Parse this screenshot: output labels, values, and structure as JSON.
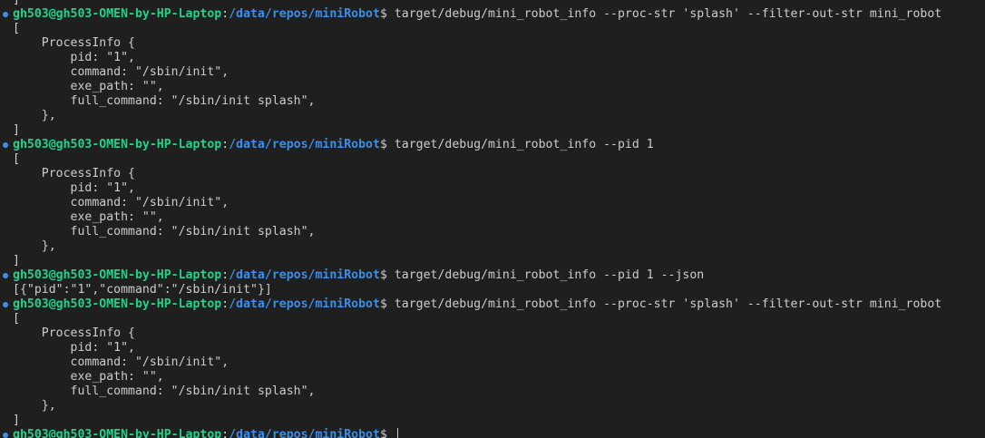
{
  "prompt": {
    "user_host": "gh503@gh503-OMEN-by-HP-Laptop",
    "separator": ":",
    "cwd": "/data/repos/miniRobot",
    "dollar": "$"
  },
  "colors": {
    "background": "#1f1f1f",
    "user_host": "#23d18b",
    "path": "#3b8eea",
    "text": "#cccccc",
    "marker": "#3b8eea"
  },
  "lines": [
    {
      "type": "output",
      "text": "]"
    },
    {
      "type": "prompt",
      "command": " target/debug/mini_robot_info --proc-str 'splash' --filter-out-str mini_robot"
    },
    {
      "type": "output",
      "text": "["
    },
    {
      "type": "output",
      "text": "    ProcessInfo {"
    },
    {
      "type": "output",
      "text": "        pid: \"1\","
    },
    {
      "type": "output",
      "text": "        command: \"/sbin/init\","
    },
    {
      "type": "output",
      "text": "        exe_path: \"\","
    },
    {
      "type": "output",
      "text": "        full_command: \"/sbin/init splash\","
    },
    {
      "type": "output",
      "text": "    },"
    },
    {
      "type": "output",
      "text": "]"
    },
    {
      "type": "prompt",
      "command": " target/debug/mini_robot_info --pid 1"
    },
    {
      "type": "output",
      "text": "["
    },
    {
      "type": "output",
      "text": "    ProcessInfo {"
    },
    {
      "type": "output",
      "text": "        pid: \"1\","
    },
    {
      "type": "output",
      "text": "        command: \"/sbin/init\","
    },
    {
      "type": "output",
      "text": "        exe_path: \"\","
    },
    {
      "type": "output",
      "text": "        full_command: \"/sbin/init splash\","
    },
    {
      "type": "output",
      "text": "    },"
    },
    {
      "type": "output",
      "text": "]"
    },
    {
      "type": "prompt",
      "command": " target/debug/mini_robot_info --pid 1 --json"
    },
    {
      "type": "output",
      "text": "[{\"pid\":\"1\",\"command\":\"/sbin/init\"}]"
    },
    {
      "type": "prompt",
      "command": " target/debug/mini_robot_info --proc-str 'splash' --filter-out-str mini_robot"
    },
    {
      "type": "output",
      "text": "["
    },
    {
      "type": "output",
      "text": "    ProcessInfo {"
    },
    {
      "type": "output",
      "text": "        pid: \"1\","
    },
    {
      "type": "output",
      "text": "        command: \"/sbin/init\","
    },
    {
      "type": "output",
      "text": "        exe_path: \"\","
    },
    {
      "type": "output",
      "text": "        full_command: \"/sbin/init splash\","
    },
    {
      "type": "output",
      "text": "    },"
    },
    {
      "type": "output",
      "text": "]"
    },
    {
      "type": "prompt",
      "command": " ",
      "cursor": true
    }
  ]
}
